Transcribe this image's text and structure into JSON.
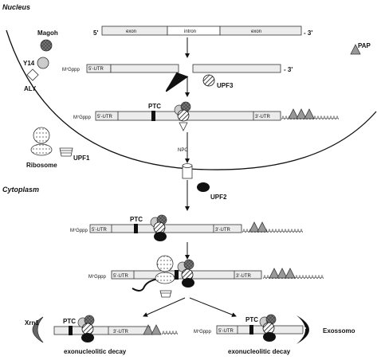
{
  "compartments": {
    "nucleus": "Nucleus",
    "cytoplasm": "Cytoplasm",
    "npc": "NPC"
  },
  "legend": {
    "magoh": "Magoh",
    "y14": "Y14",
    "aly": "ALY",
    "pap": "PAP",
    "ribosome": "Ribosome",
    "upf1": "UPF1",
    "upf2": "UPF2",
    "upf3": "UPF3"
  },
  "gene": {
    "five_prime": "5'",
    "three_prime": "- 3'",
    "exon_left": "exon",
    "intron": "intron",
    "exon_right": "exon"
  },
  "mrna": {
    "cap": "M⁷Gppp",
    "utr5": "5'-UTR",
    "utr3": "3'-UTR",
    "three_prime": "- 3'",
    "ptc": "PTC",
    "polyA_long": "AAAAAAAAAAAAAAAAAA",
    "polyA_mid": "AAAAAAAAAAAAAAAAAAA",
    "polyA_short": "AAAAA"
  },
  "decay": {
    "xrn1": "Xrn1",
    "exosome": "Exossomo",
    "left_label": "exonucleolitic decay",
    "right_label": "exonucleolitic decay"
  }
}
